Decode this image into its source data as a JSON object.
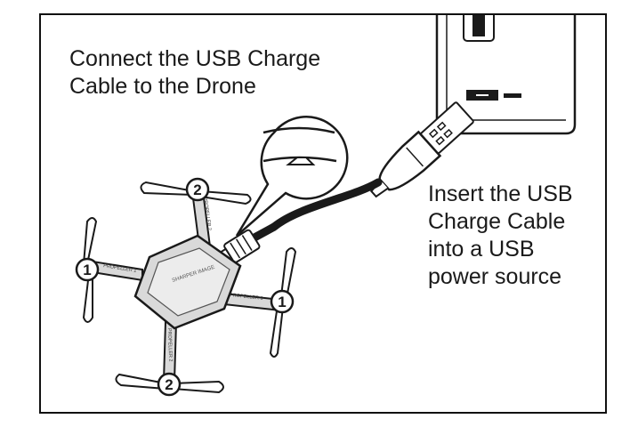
{
  "instructions": {
    "connect": "Connect the USB Charge\nCable to the Drone",
    "insert": "Insert the USB\nCharge Cable\ninto a USB\npower source"
  },
  "drone": {
    "arm_labels": {
      "top": "PROPELLER 2",
      "left": "PROPELLER 1",
      "right": "PROPELLER 1",
      "bottom": "PROPELLER 2"
    },
    "propeller_numbers": {
      "top": "2",
      "left": "1",
      "right": "1",
      "bottom": "2"
    }
  }
}
